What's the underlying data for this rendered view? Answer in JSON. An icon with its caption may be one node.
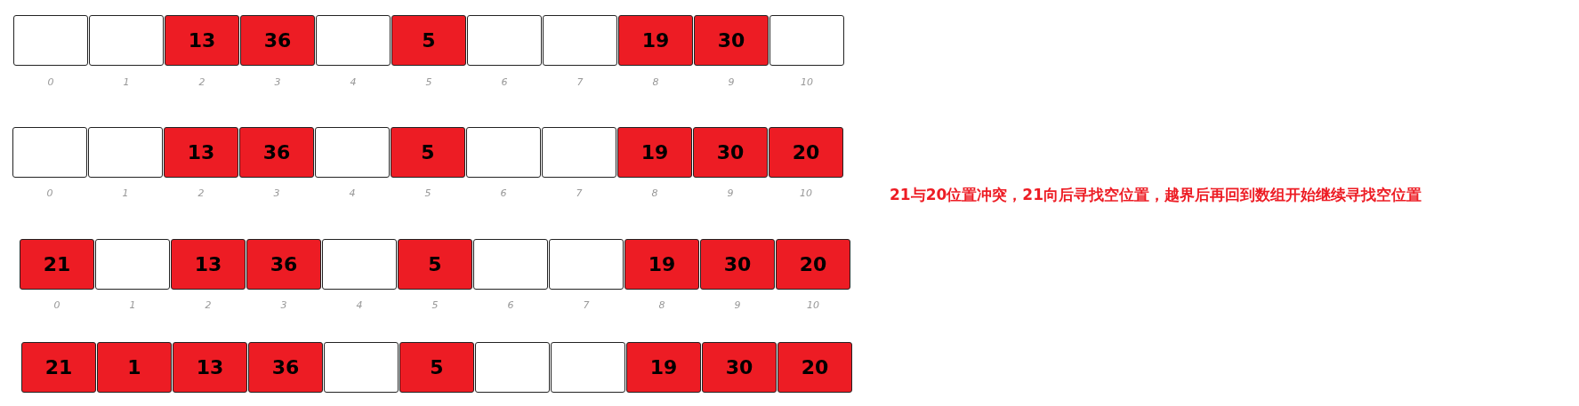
{
  "diagram": {
    "nodes": [
      {
        "text": [],
        "shape": "box"
      },
      {
        "text": [],
        "shape": "box"
      },
      {
        "text": [
          "13"
        ]
      },
      {
        "text": [
          "36"
        ]
      },
      {
        "text": [],
        "shape": "box"
      },
      {
        "text": [
          "5"
        ]
      },
      {
        "text": [],
        "shape": "box"
      },
      {
        "text": [],
        "shape": "box"
      },
      {
        "text": [
          "19"
        ]
      },
      {
        "text": [
          "30"
        ]
      },
      {
        "text": [],
        "shape": "box"
      },
      {
        "text": [],
        "shape": "box"
      },
      {
        "text": [],
        "shape": "box"
      },
      {
        "text": [
          "13"
        ]
      },
      {
        "text": [
          "36"
        ]
      },
      {
        "text": [],
        "shape": "box"
      },
      {
        "text": [
          "5"
        ]
      },
      {
        "text": [],
        "shape": "box"
      },
      {
        "text": [],
        "shape": "box"
      },
      {
        "text": [
          "19"
        ]
      },
      {
        "text": [
          "30"
        ]
      },
      {
        "text": [
          "20"
        ]
      },
      {
        "text": [
          "21"
        ]
      },
      {
        "text": [],
        "shape": "box"
      },
      {
        "text": [
          "13"
        ]
      },
      {
        "text": [
          "36"
        ]
      },
      {
        "text": [],
        "shape": "box"
      },
      {
        "text": [
          "5"
        ]
      },
      {
        "text": [],
        "shape": "box"
      },
      {
        "text": [],
        "shape": "box"
      },
      {
        "text": [
          "19"
        ]
      },
      {
        "text": [
          "30"
        ]
      },
      {
        "text": [
          "20"
        ]
      },
      {
        "text": [
          "21"
        ]
      },
      {
        "text": [
          "1"
        ]
      },
      {
        "text": [
          "13"
        ]
      },
      {
        "text": [
          "36"
        ]
      },
      {
        "text": [],
        "shape": "box"
      },
      {
        "text": [
          "5"
        ]
      },
      {
        "text": [],
        "shape": "box"
      },
      {
        "text": [],
        "shape": "box"
      },
      {
        "text": [
          "19"
        ]
      },
      {
        "text": [
          "30"
        ]
      },
      {
        "text": [
          "20"
        ]
      }
    ],
    "labels": [
      "0",
      "1",
      "2",
      "3",
      "4",
      "5",
      "6",
      "7",
      "8",
      "9",
      "10",
      "0",
      "1",
      "2",
      "3",
      "4",
      "5",
      "6",
      "7",
      "8",
      "9",
      "10",
      "21与20位置冲突，21向后寻找空位置，越界后再回到数组开始继续寻找空位置",
      "0",
      "1",
      "2",
      "3",
      "4",
      "5",
      "6",
      "7",
      "8",
      "9",
      "10"
    ]
  }
}
